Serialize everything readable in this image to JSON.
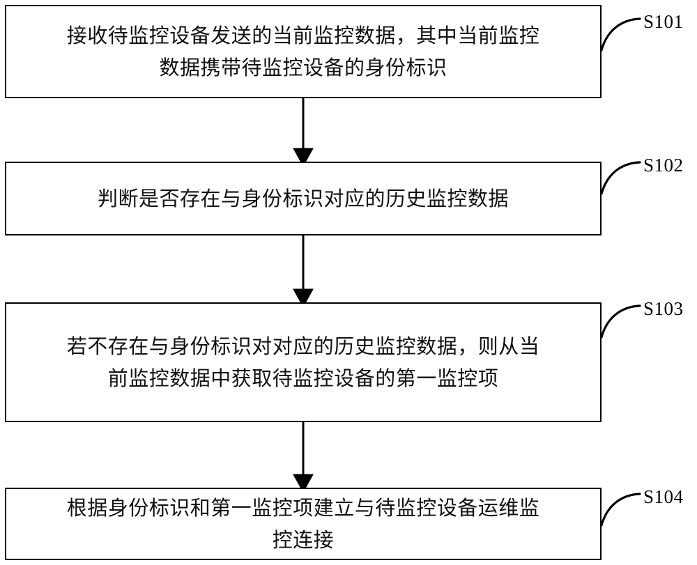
{
  "figure": {
    "type": "flowchart",
    "orientation": "vertical",
    "background_color": "#ffffff",
    "line_color": "#000000"
  },
  "steps": [
    {
      "id": "S101",
      "label": "S101",
      "text": "接收待监控设备发送的当前监控数据，其中当前监控\n数据携带待监控设备的身份标识"
    },
    {
      "id": "S102",
      "label": "S102",
      "text": "判断是否存在与身份标识对应的历史监控数据"
    },
    {
      "id": "S103",
      "label": "S103",
      "text": "若不存在与身份标识对对应的历史监控数据，则从当\n前监控数据中获取待监控设备的第一监控项"
    },
    {
      "id": "S104",
      "label": "S104",
      "text": "根据身份标识和第一监控项建立与待监控设备运维监\n控连接"
    }
  ],
  "connectors": [
    {
      "from": "S101",
      "to": "S102",
      "style": "arrow-down"
    },
    {
      "from": "S102",
      "to": "S103",
      "style": "arrow-down"
    },
    {
      "from": "S103",
      "to": "S104",
      "style": "arrow-down"
    }
  ],
  "leader_lines": [
    {
      "for": "S101",
      "style": "curve"
    },
    {
      "for": "S102",
      "style": "curve"
    },
    {
      "for": "S103",
      "style": "curve"
    },
    {
      "for": "S104",
      "style": "curve"
    }
  ]
}
